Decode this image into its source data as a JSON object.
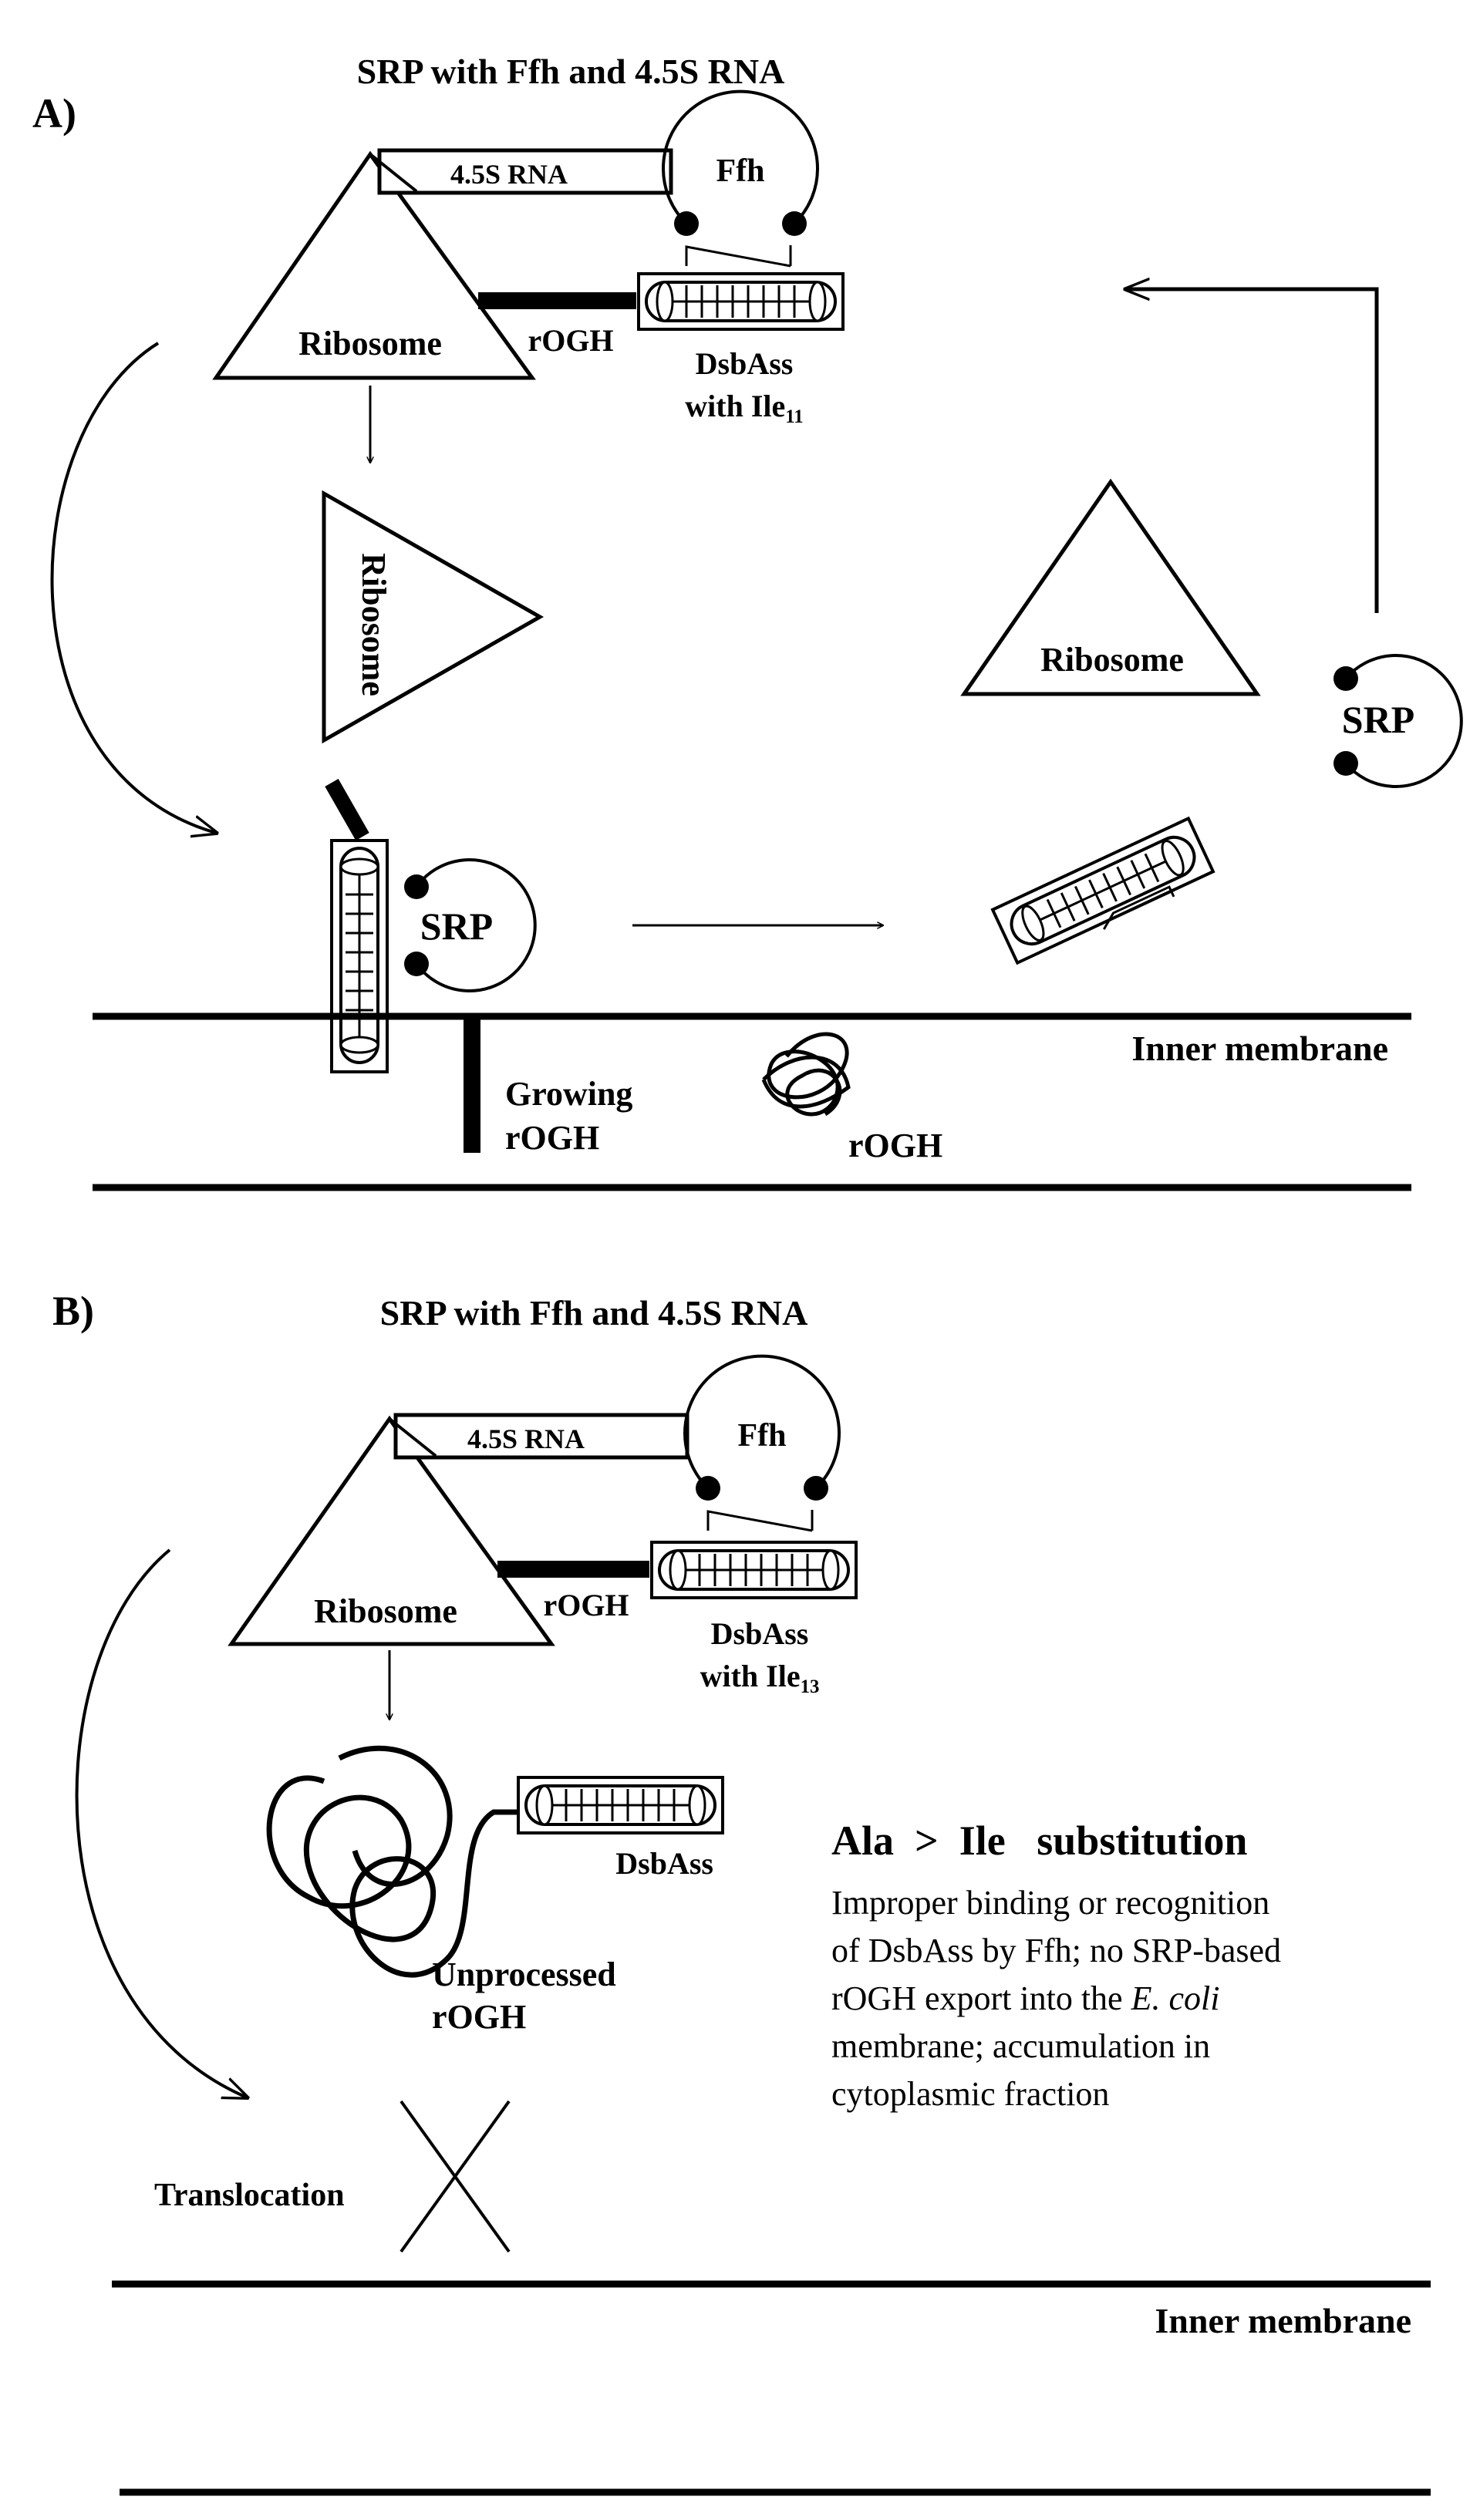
{
  "panel_a": {
    "label": "A)",
    "srp_title": "SRP with Ffh and 4.5S RNA",
    "rna_label": "4.5S RNA",
    "ffh_label": "Ffh",
    "ribosome_label": "Ribosome",
    "rogh_label": "rOGH",
    "dsbass_label": "DsbAss",
    "with_ile_text": "with Ile",
    "with_ile_sub": "11",
    "ribosome_rotated_label": "Ribosome",
    "srp_label": "SRP",
    "ribosome_right_label": "Ribosome",
    "srp_right_label": "SRP",
    "inner_membrane": "Inner membrane",
    "growing_line1": "Growing",
    "growing_line2": "rOGH",
    "rogh_membrane_label": "rOGH"
  },
  "panel_b": {
    "label": "B)",
    "srp_title": "SRP with Ffh and 4.5S RNA",
    "rna_label": "4.5S RNA",
    "ffh_label": "Ffh",
    "ribosome_label": "Ribosome",
    "rogh_label": "rOGH",
    "dsbass_label": "DsbAss",
    "with_ile_text": "with Ile",
    "with_ile_sub": "13",
    "dsbass_label2": "DsbAss",
    "unprocessed_line1": "Unprocessed",
    "unprocessed_line2": "rOGH",
    "substitution_title": "Ala  >  Ile   substitution",
    "note_line1": "Improper binding or recognition",
    "note_line2": "of DsbAss by Ffh; no SRP-based",
    "note_line3_pre": "rOGH export into the ",
    "note_line3_italic": "E. coli",
    "note_line4": "membrane; accumulation in",
    "note_line5": "cytoplasmic fraction",
    "translocation_label": "Translocation",
    "inner_membrane": "Inner membrane"
  }
}
